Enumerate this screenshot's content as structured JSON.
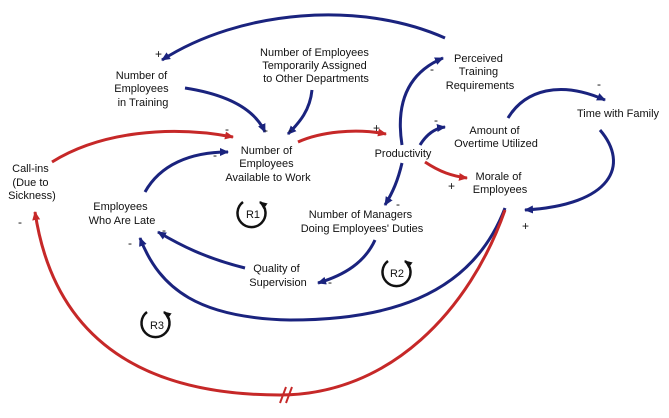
{
  "colors": {
    "blue_link": "#1a237e",
    "red_link": "#c62828",
    "text": "#111111",
    "loop_marker": "#111111"
  },
  "nodes": {
    "employees_in_training": [
      "Number of",
      "Employees",
      "in Training"
    ],
    "temporarily_assigned": [
      "Number of Employees",
      "Temporarily Assigned",
      "to Other Departments"
    ],
    "perceived_training": [
      "Perceived",
      "Training",
      "Requirements"
    ],
    "time_with_family": [
      "Time with Family"
    ],
    "available_to_work": [
      "Number of",
      "Employees",
      "Available to Work"
    ],
    "productivity": [
      "Productivity"
    ],
    "overtime_utilized": [
      "Amount of",
      "Overtime Utilized"
    ],
    "call_ins": [
      "Call-ins",
      "(Due to",
      "Sickness)"
    ],
    "employees_late": [
      "Employees",
      "Who Are Late"
    ],
    "morale": [
      "Morale of",
      "Employees"
    ],
    "managers_doing_duties": [
      "Number of Managers",
      "Doing Employees' Duties"
    ],
    "quality_supervision": [
      "Quality of",
      "Supervision"
    ]
  },
  "loops": {
    "r1": "R1",
    "r2": "R2",
    "r3": "R3"
  },
  "signs": {
    "plus": "+",
    "minus": "-"
  },
  "delay_mark": "//"
}
